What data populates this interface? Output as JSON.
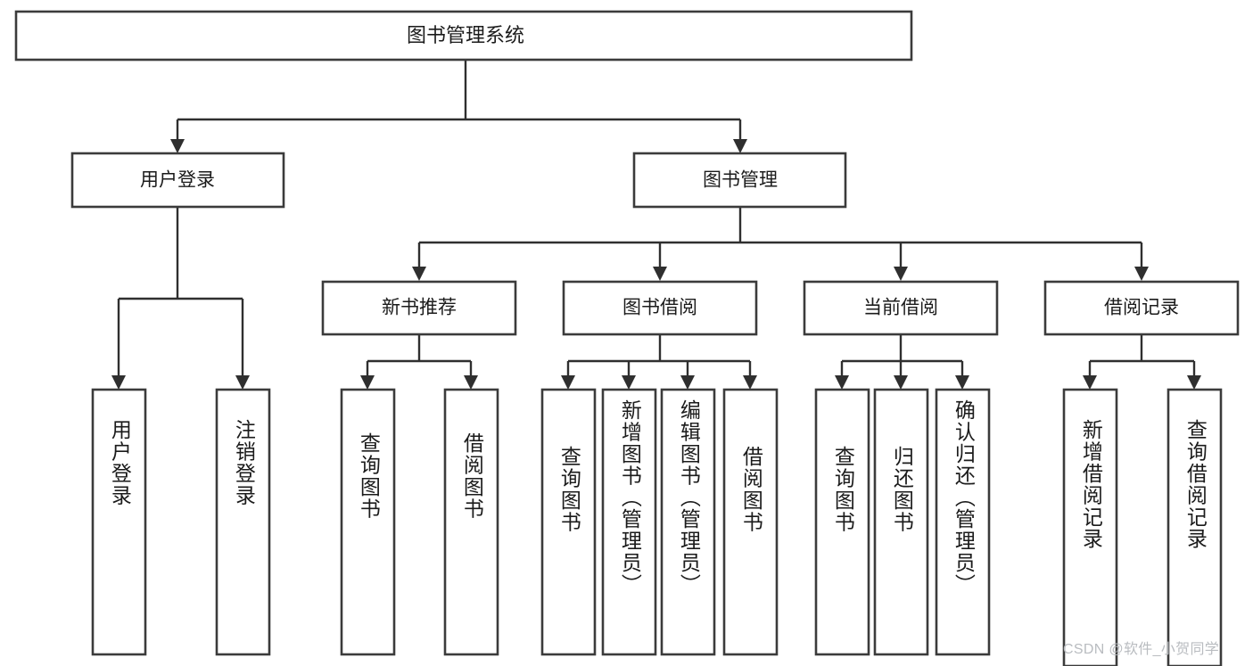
{
  "diagram": {
    "title": "图书管理系统",
    "watermark": "CSDN @软件_小贺同学",
    "stroke_color": "#3b3b3b",
    "connector_color": "#2f2f2f",
    "background_color": "#ffffff",
    "text_color": "#1b1b1b",
    "root": {
      "label": "图书管理系统"
    },
    "level2": [
      {
        "label": "用户登录"
      },
      {
        "label": "图书管理"
      }
    ],
    "level3": [
      {
        "label": "新书推荐"
      },
      {
        "label": "图书借阅"
      },
      {
        "label": "当前借阅"
      },
      {
        "label": "借阅记录"
      }
    ],
    "leaves": {
      "user_login": [
        {
          "label": "用户登录"
        },
        {
          "label": "注销登录"
        }
      ],
      "new_book_recommend": [
        {
          "label": "查询图书"
        },
        {
          "label": "借阅图书"
        }
      ],
      "book_borrow": [
        {
          "label": "查询图书"
        },
        {
          "label": "新增图书（管理员）"
        },
        {
          "label": "编辑图书（管理员）"
        },
        {
          "label": "借阅图书"
        }
      ],
      "current_borrow": [
        {
          "label": "查询图书"
        },
        {
          "label": "归还图书"
        },
        {
          "label": "确认归还（管理员）"
        }
      ],
      "borrow_record": [
        {
          "label": "新增借阅记录"
        },
        {
          "label": "查询借阅记录"
        }
      ]
    }
  }
}
